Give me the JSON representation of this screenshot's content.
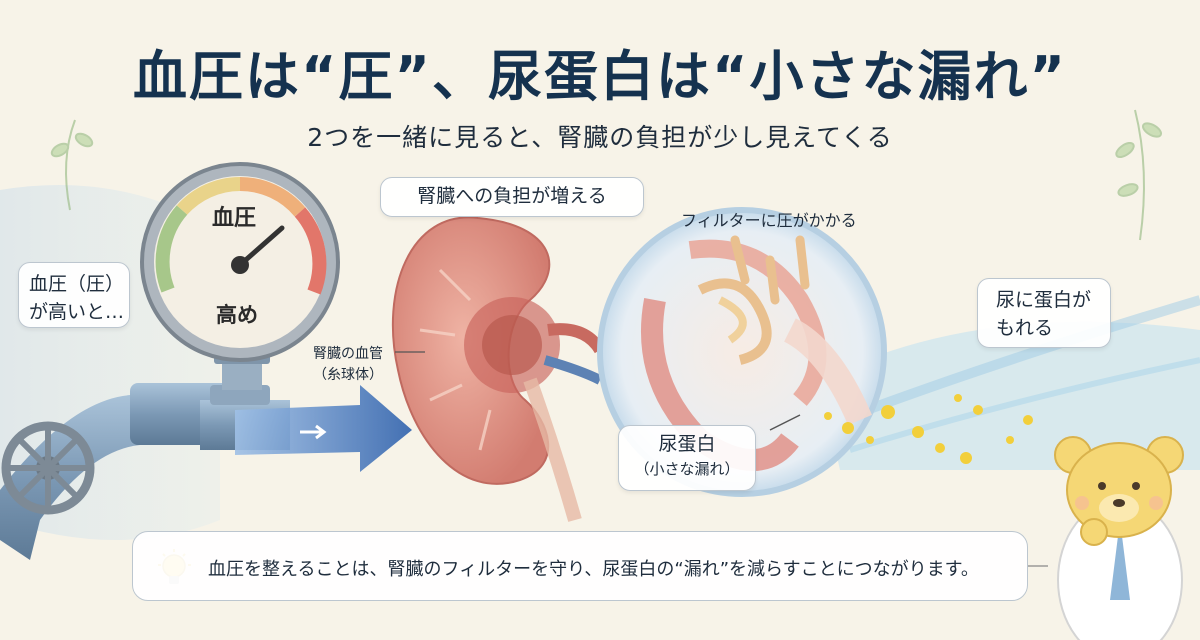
{
  "title": "血圧は“圧”、尿蛋白は“小さな漏れ”",
  "subtitle": "2つを一緒に見ると、腎臓の負担が少し見えてくる",
  "gauge": {
    "top_label": "血圧",
    "bottom_label": "高め"
  },
  "bubbles": {
    "pressure_line1": "血圧（圧）",
    "pressure_line2": "が高いと…",
    "kidney_load": "腎臓への負担が増える",
    "leak_line1": "尿に蛋白が",
    "leak_line2": "もれる",
    "protein_label": "尿蛋白",
    "protein_sub": "（小さな漏れ）"
  },
  "labels": {
    "filter_pressure": "フィルターに圧がかかる",
    "vessel_line1": "腎臓の血管",
    "vessel_line2": "（糸球体）"
  },
  "bottom_message": "血圧を整えることは、腎臓のフィルターを守り、尿蛋白の“漏れ”を減らすことにつながります。",
  "colors": {
    "title": "#15324f",
    "kidney": "#d98a80",
    "pipe": "#7e9bb8",
    "arrow": "#3e6fb0",
    "protein_dots": "#f2cf3b",
    "bear": "#f5d775"
  },
  "icons": [
    "valve-wheel-icon",
    "lightbulb-icon",
    "bear-doctor-icon",
    "plant-icon"
  ]
}
